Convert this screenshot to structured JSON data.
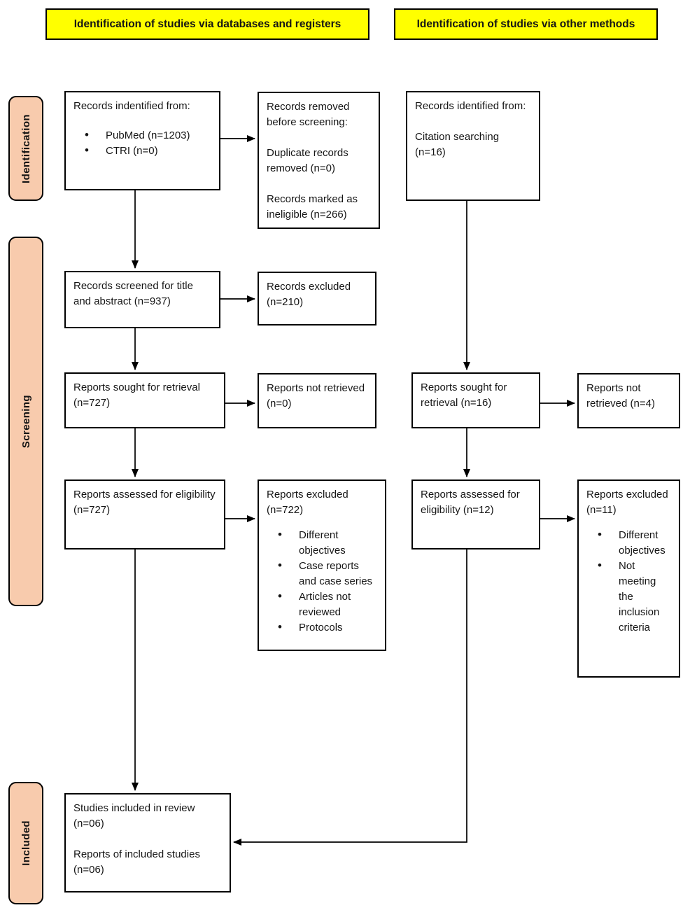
{
  "diagram": {
    "headers": {
      "left": "Identification of studies via databases and registers",
      "right": "Identification of studies via other methods"
    },
    "stages": {
      "identification": "Identification",
      "screening": "Screening",
      "included": "Included"
    },
    "boxes": {
      "records_identified_db": {
        "title": "Records indentified from:",
        "bullets": [
          "PubMed (n=1203)",
          "CTRI (n=0)"
        ]
      },
      "records_removed": {
        "line1": "Records removed before screening:",
        "line2": "Duplicate records removed (n=0)",
        "line3": "Records marked as ineligible (n=266)"
      },
      "records_identified_other": {
        "line1": "Records identified from:",
        "line2": "Citation searching (n=16)"
      },
      "records_screened": {
        "text": "Records screened for title and abstract (n=937)"
      },
      "records_excluded": {
        "text": "Records excluded (n=210)"
      },
      "reports_sought_db": {
        "text": "Reports sought for retrieval (n=727)"
      },
      "reports_not_retrieved_db": {
        "text": "Reports not retrieved (n=0)"
      },
      "reports_sought_other": {
        "text": "Reports sought for retrieval (n=16)"
      },
      "reports_not_retrieved_other": {
        "text": "Reports not retrieved (n=4)"
      },
      "reports_assessed_db": {
        "text": "Reports assessed for eligibility (n=727)"
      },
      "reports_excluded_db": {
        "title": "Reports excluded (n=722)",
        "bullets": [
          "Different objectives",
          "Case reports and case series",
          "Articles not reviewed",
          "Protocols"
        ]
      },
      "reports_assessed_other": {
        "text": "Reports assessed for eligibility (n=12)"
      },
      "reports_excluded_other": {
        "title": "Reports excluded (n=11)",
        "bullets": [
          "Different objectives",
          "Not meeting the inclusion criteria"
        ]
      },
      "included_studies": {
        "line1": "Studies included in review (n=06)",
        "line2": "Reports of included studies (n=06)"
      }
    },
    "colors": {
      "header_bg": "#FFFF00",
      "stage_bg": "#F8CBAD",
      "border": "#000000"
    }
  }
}
